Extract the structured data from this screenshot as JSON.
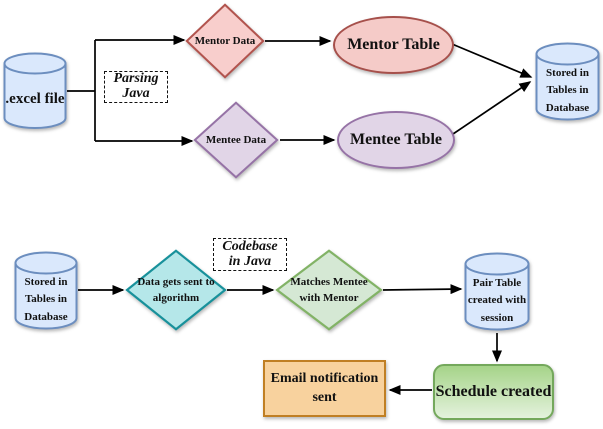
{
  "top_flow": {
    "excel_cylinder": {
      "label": ".excel file"
    },
    "parsing_note": {
      "lines": [
        "Parsing",
        "Java"
      ]
    },
    "mentor_data_diamond": {
      "label": "Mentor Data"
    },
    "mentee_data_diamond": {
      "label": "Mentee Data"
    },
    "mentor_table_ellipse": {
      "label": "Mentor Table"
    },
    "mentee_table_ellipse": {
      "label": "Mentee Table"
    },
    "stored_db_cylinder": {
      "lines": [
        "Stored in",
        "Tables in",
        "Database"
      ]
    }
  },
  "bottom_flow": {
    "stored_db_cylinder": {
      "lines": [
        "Stored in",
        "Tables in",
        "Database"
      ]
    },
    "algorithm_diamond": {
      "label": "Data gets sent to algorithm"
    },
    "codebase_note": {
      "lines": [
        "Codebase",
        "in Java"
      ]
    },
    "matches_diamond": {
      "label": "Matches Mentee with Mentor"
    },
    "pair_table_cylinder": {
      "lines": [
        "Pair Table",
        "created with",
        "session"
      ]
    },
    "schedule_box": {
      "label": "Schedule created"
    },
    "email_box": {
      "lines": [
        "Email notification",
        "sent"
      ]
    }
  },
  "colors": {
    "database_fill": "#dae8fc",
    "database_stroke": "#6c8ebf",
    "mentor_fill": "#f8cecc",
    "mentor_stroke": "#b2544e",
    "mentee_fill": "#e1d5e7",
    "mentee_stroke": "#9673a6",
    "algorithm_fill": "#b5e7e9",
    "algorithm_stroke": "#18919b",
    "matches_fill": "#d5e8d4",
    "matches_stroke": "#82b366",
    "schedule_fill_top": "#a6d489",
    "schedule_fill_bottom": "#e4f2dd",
    "schedule_stroke": "#74a85c",
    "email_fill": "#f8d29e",
    "email_stroke": "#c07f24",
    "connector": "#000000"
  }
}
